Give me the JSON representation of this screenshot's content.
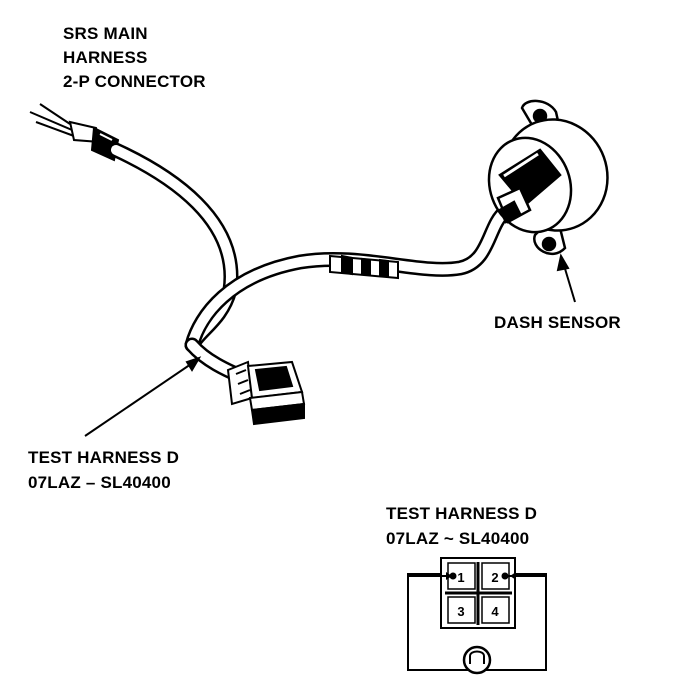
{
  "labels": {
    "srs_line1": "SRS MAIN",
    "srs_line2": "HARNESS",
    "srs_line3": "2-P CONNECTOR",
    "dash_sensor": "DASH SENSOR",
    "test_harness_left_line1": "TEST HARNESS D",
    "test_harness_left_line2": "07LAZ – SL40400",
    "test_harness_right_line1": "TEST HARNESS D",
    "test_harness_right_line2": "07LAZ ~ SL40400"
  },
  "schematic": {
    "pins": [
      "1",
      "2",
      "3",
      "4"
    ]
  }
}
